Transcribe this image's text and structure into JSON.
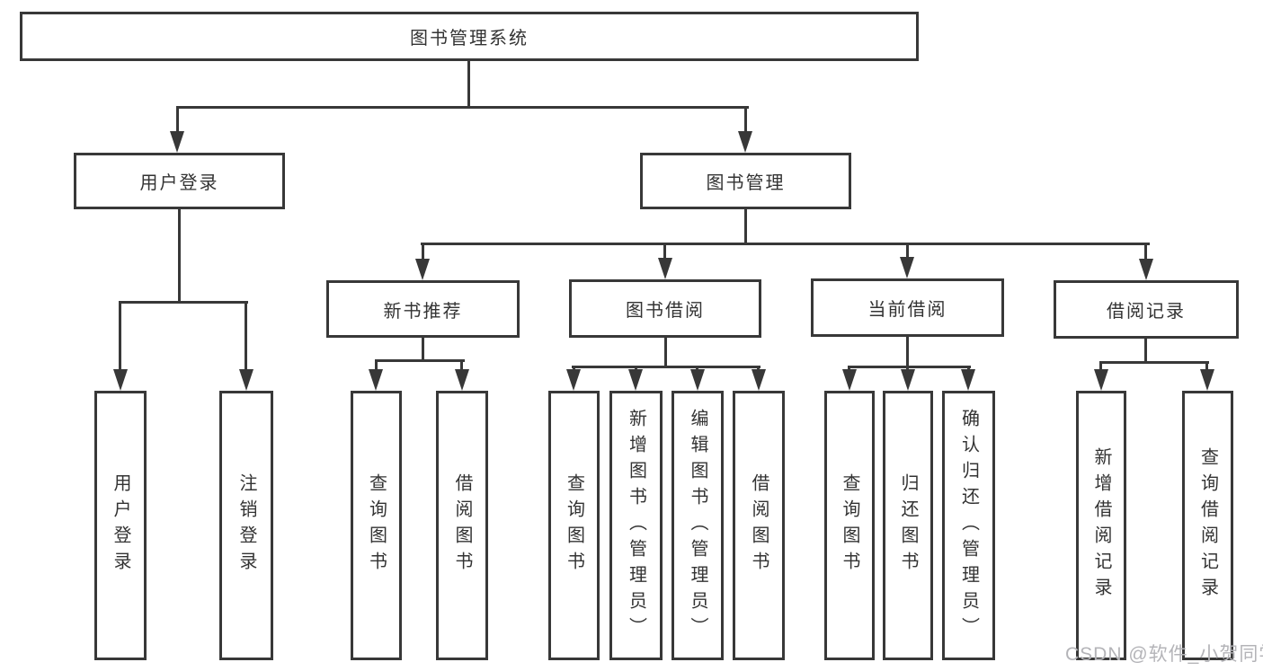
{
  "tree": {
    "label": "图书管理系统",
    "children": [
      {
        "label": "用户登录",
        "children": [
          {
            "label": "用户登录"
          },
          {
            "label": "注销登录"
          }
        ]
      },
      {
        "label": "图书管理",
        "children": [
          {
            "label": "新书推荐",
            "children": [
              {
                "label": "查询图书"
              },
              {
                "label": "借阅图书"
              }
            ]
          },
          {
            "label": "图书借阅",
            "children": [
              {
                "label": "查询图书"
              },
              {
                "label": "新增图书（管理员）"
              },
              {
                "label": "编辑图书（管理员）"
              },
              {
                "label": "借阅图书"
              }
            ]
          },
          {
            "label": "当前借阅",
            "children": [
              {
                "label": "查询图书"
              },
              {
                "label": "归还图书"
              },
              {
                "label": "确认归还（管理员）"
              }
            ]
          },
          {
            "label": "借阅记录",
            "children": [
              {
                "label": "新增借阅记录"
              },
              {
                "label": "查询借阅记录"
              }
            ]
          }
        ]
      }
    ]
  },
  "watermark": {
    "text": "CSDN @软件_小贺同学"
  },
  "colors": {
    "line": "#383838",
    "box_border": "#383838",
    "text": "#333333",
    "background": "#ffffff",
    "watermark": "#b4b4b8"
  }
}
